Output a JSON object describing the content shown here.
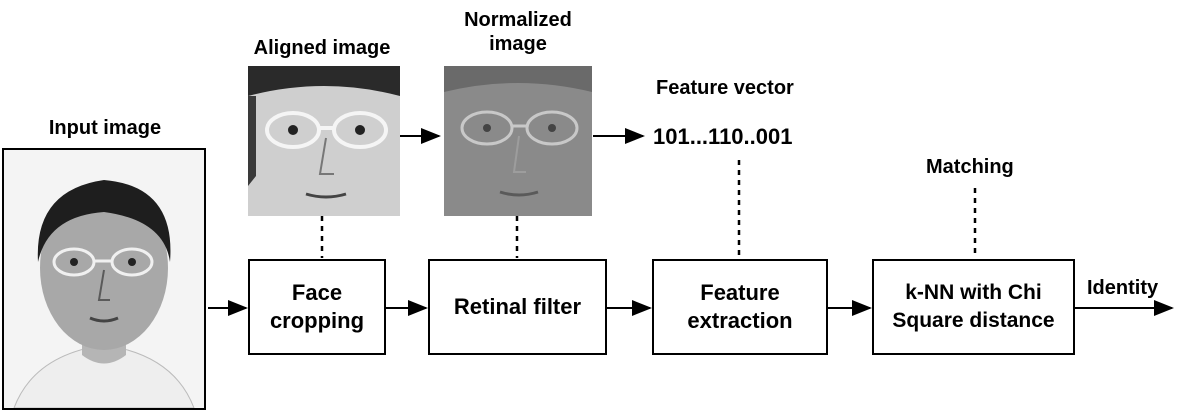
{
  "labels": {
    "input_image": "Input image",
    "aligned_image": "Aligned image",
    "normalized_image": "Normalized\nimage",
    "feature_vector": "Feature vector",
    "feature_vector_value": "101...110..001",
    "matching": "Matching",
    "identity": "Identity"
  },
  "blocks": {
    "face_cropping": "Face\ncropping",
    "retinal_filter": "Retinal filter",
    "feature_extraction": "Feature\nextraction",
    "knn": "k-NN with  Chi\nSquare distance"
  },
  "colors": {
    "line": "#000000",
    "photo_input_bg": "#f4f4f4",
    "photo_aligned_bg": "#d9d9d9",
    "photo_normalized_bg": "#8c8c8c"
  }
}
